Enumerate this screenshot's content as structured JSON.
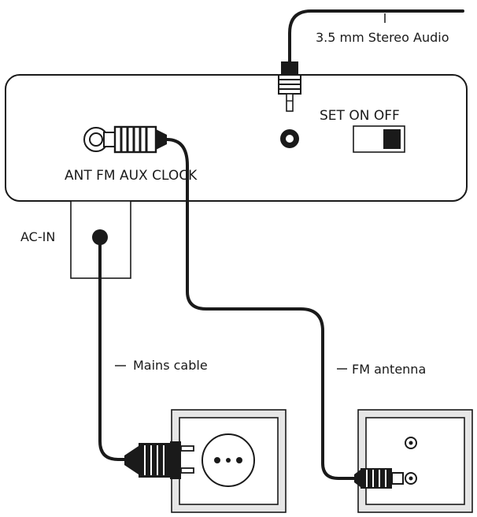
{
  "labels": {
    "stereo_audio": "3.5 mm Stereo Audio",
    "set_on_off": "SET ON OFF",
    "panel_ports": "ANT FM AUX CLOCK",
    "ac_in": "AC-IN",
    "mains_cable": "Mains cable",
    "fm_antenna": "FM antenna"
  },
  "colors": {
    "stroke": "#1a1a1a",
    "wall_plate": "#e6e6e6",
    "background": "#ffffff"
  }
}
